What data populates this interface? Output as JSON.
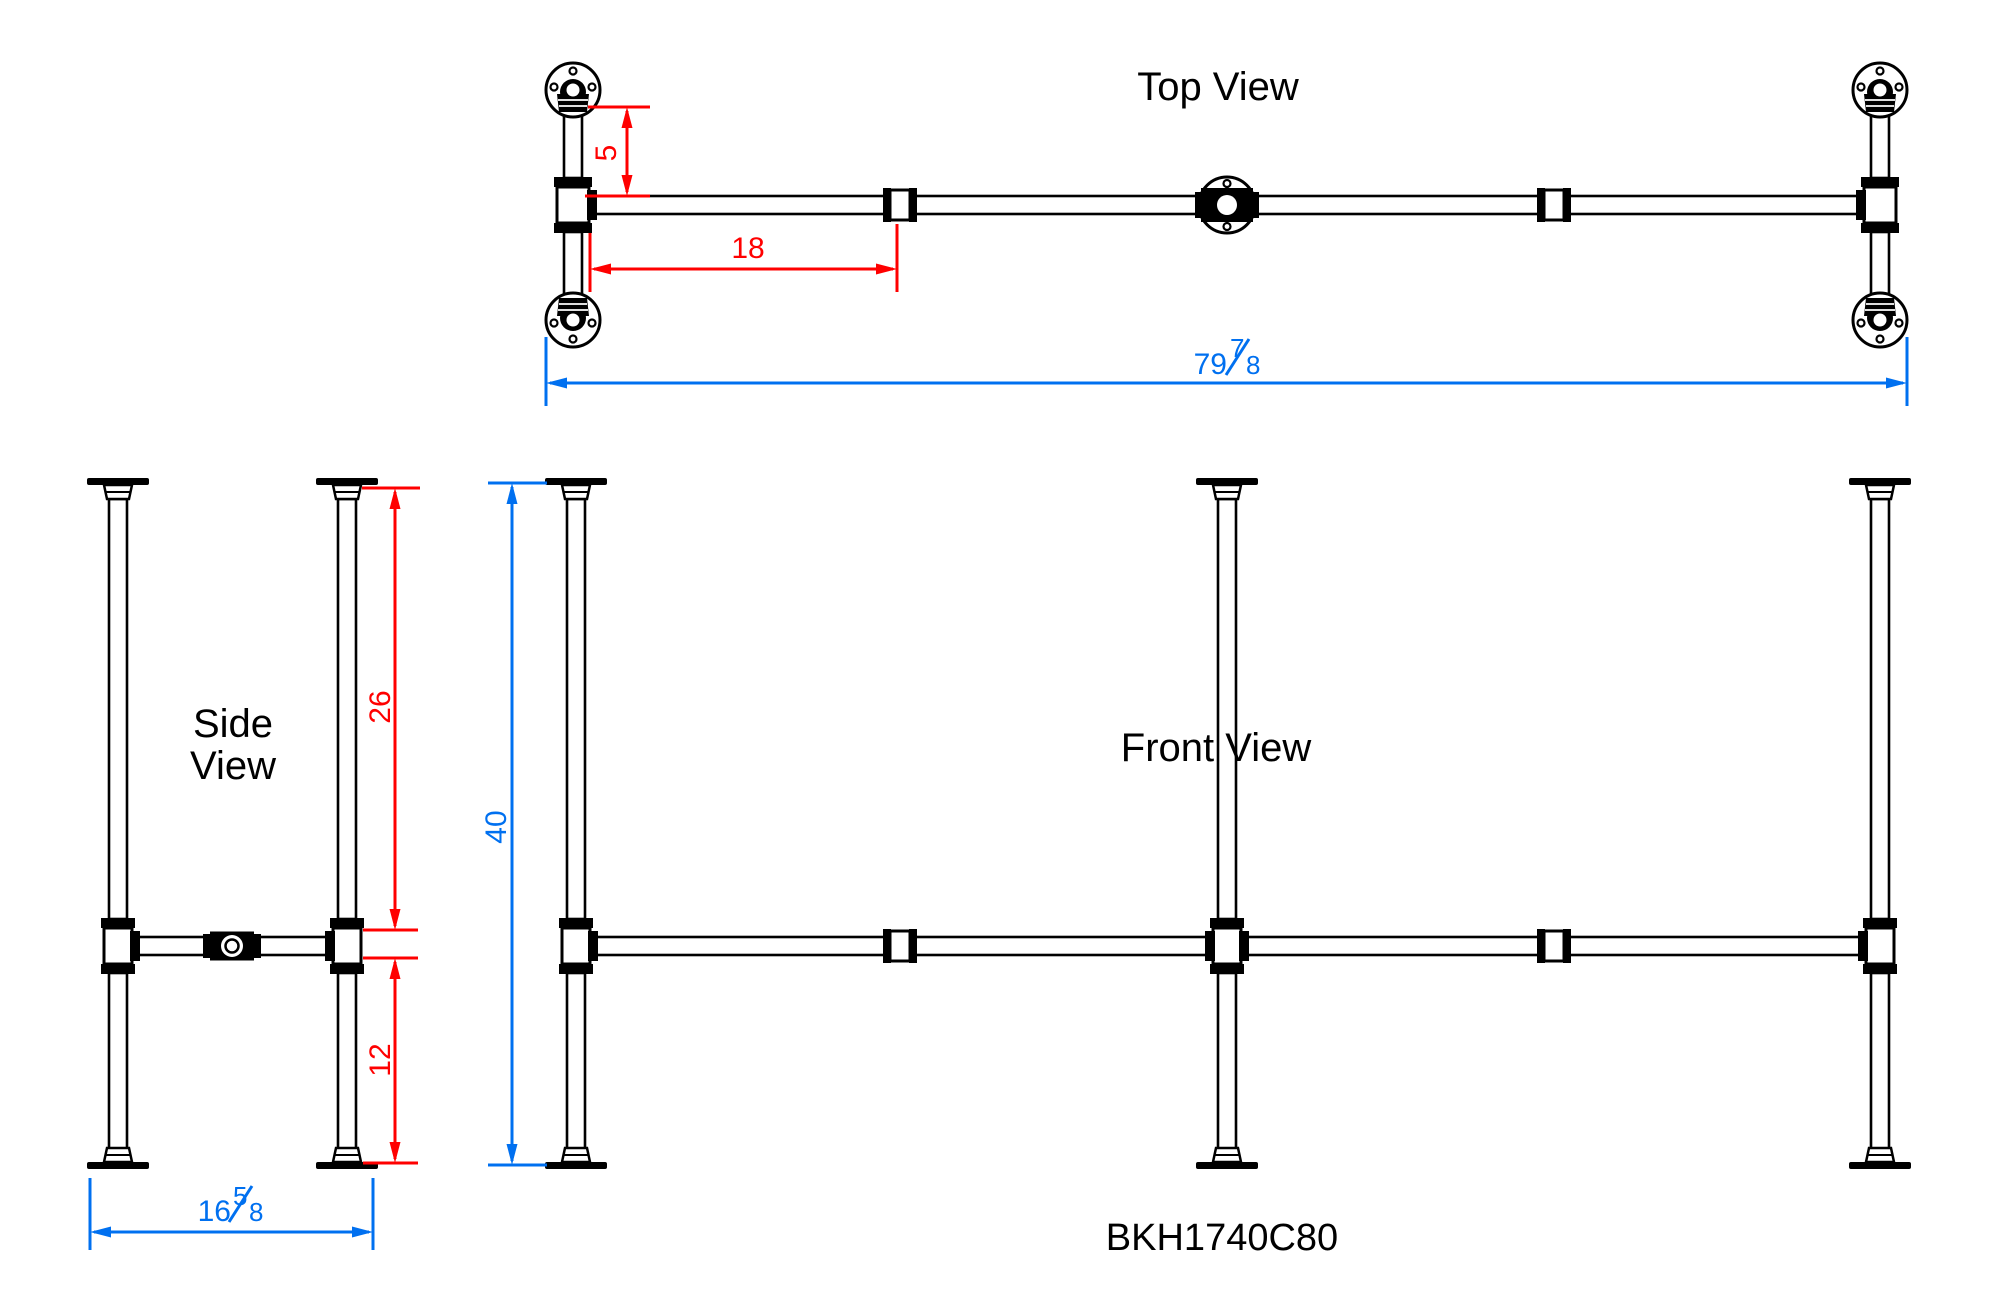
{
  "colors": {
    "line": "#000000",
    "red": "#ff0000",
    "blue": "#0070f0",
    "background": "#ffffff"
  },
  "model_number": "BKH1740C80",
  "views": {
    "top": {
      "label": "Top View"
    },
    "side": {
      "label_line1": "Side",
      "label_line2": "View"
    },
    "front": {
      "label": "Front View"
    }
  },
  "dimensions": {
    "flange_to_tee": {
      "value": "5",
      "color": "#ff0000",
      "view": "top",
      "orientation": "vertical"
    },
    "tee_to_coupling": {
      "value": "18",
      "color": "#ff0000",
      "view": "top",
      "orientation": "horizontal"
    },
    "overall_length": {
      "whole": "79",
      "numerator": "7",
      "denominator": "8",
      "color": "#0070f0",
      "view": "top",
      "orientation": "horizontal"
    },
    "top_to_crossbar": {
      "value": "26",
      "color": "#ff0000",
      "view": "side",
      "orientation": "vertical"
    },
    "crossbar_to_floor": {
      "value": "12",
      "color": "#ff0000",
      "view": "side",
      "orientation": "vertical"
    },
    "overall_depth": {
      "whole": "16",
      "numerator": "5",
      "denominator": "8",
      "color": "#0070f0",
      "view": "side",
      "orientation": "horizontal"
    },
    "overall_height": {
      "value": "40",
      "color": "#0070f0",
      "view": "front",
      "orientation": "vertical"
    }
  }
}
